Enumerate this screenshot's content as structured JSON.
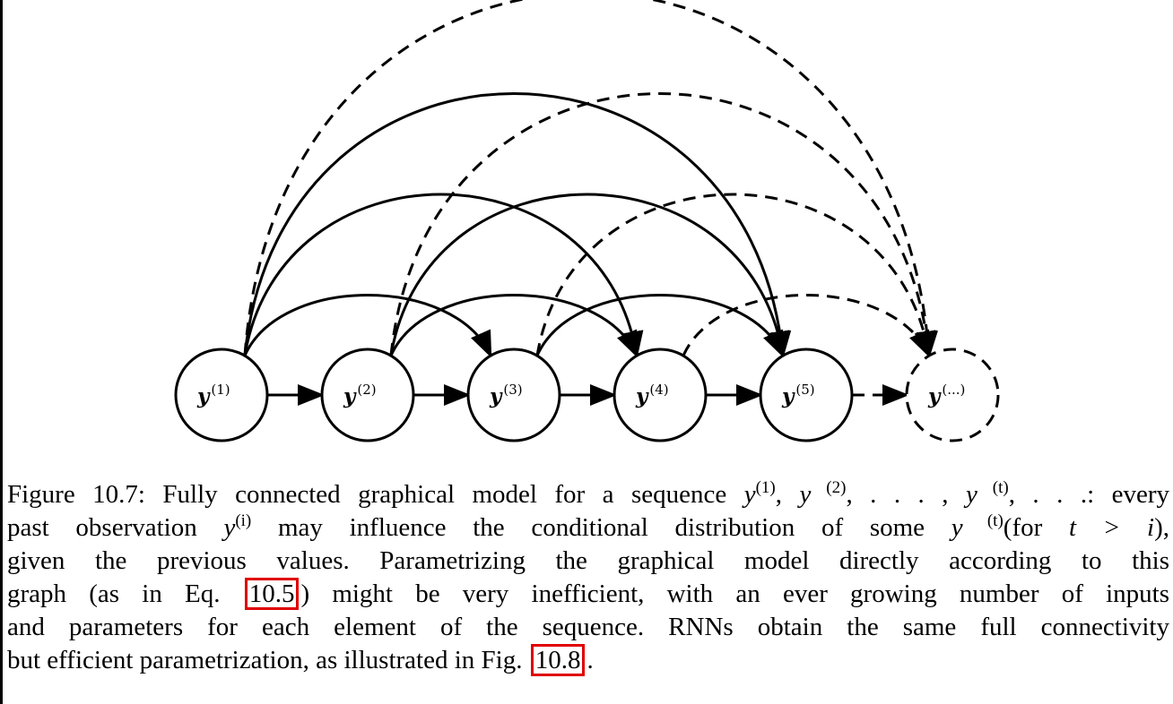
{
  "figure": {
    "nodes": [
      {
        "id": "y1",
        "base": "y",
        "sup": "(1)",
        "dashed": false
      },
      {
        "id": "y2",
        "base": "y",
        "sup": "(2)",
        "dashed": false
      },
      {
        "id": "y3",
        "base": "y",
        "sup": "(3)",
        "dashed": false
      },
      {
        "id": "y4",
        "base": "y",
        "sup": "(4)",
        "dashed": false
      },
      {
        "id": "y5",
        "base": "y",
        "sup": "(5)",
        "dashed": false
      },
      {
        "id": "ydots",
        "base": "y",
        "sup": "(...)",
        "dashed": true
      }
    ],
    "edges": [
      {
        "from": "y1",
        "to": "y2",
        "style": "solid"
      },
      {
        "from": "y2",
        "to": "y3",
        "style": "solid"
      },
      {
        "from": "y3",
        "to": "y4",
        "style": "solid"
      },
      {
        "from": "y4",
        "to": "y5",
        "style": "solid"
      },
      {
        "from": "y5",
        "to": "ydots",
        "style": "dashed"
      },
      {
        "from": "y1",
        "to": "y3",
        "style": "solid"
      },
      {
        "from": "y1",
        "to": "y4",
        "style": "solid"
      },
      {
        "from": "y1",
        "to": "y5",
        "style": "solid"
      },
      {
        "from": "y1",
        "to": "ydots",
        "style": "dashed"
      },
      {
        "from": "y2",
        "to": "y4",
        "style": "solid"
      },
      {
        "from": "y2",
        "to": "y5",
        "style": "solid"
      },
      {
        "from": "y2",
        "to": "ydots",
        "style": "dashed"
      },
      {
        "from": "y3",
        "to": "y5",
        "style": "solid"
      },
      {
        "from": "y3",
        "to": "ydots",
        "style": "dashed"
      },
      {
        "from": "y4",
        "to": "ydots",
        "style": "dashed"
      }
    ]
  },
  "caption": {
    "line1_a": "Figure 10.7: Fully connected graphical model for a sequence ",
    "line1_y1": "y",
    "line1_s1": "(1)",
    "line1_b": ", ",
    "line1_y2": "y",
    "line1_s2": " (2)",
    "line1_c": ", . . . , ",
    "line1_y3": "y",
    "line1_s3": " (t)",
    "line1_d": ", . . .: every",
    "line2_a": "past observation ",
    "line2_y": "y",
    "line2_s": "(i)",
    "line2_b": " may influence the conditional distribution of some ",
    "line2_y2": "y",
    "line2_s2": " (t)",
    "line2_c": "(for  ",
    "line2_t": "t > i",
    "line2_d": "),",
    "line3": "given the previous values. Parametrizing the graphical model directly according to this",
    "line4_a": "graph (as in Eq. ",
    "line4_ref": "10.5",
    "line4_b": ") might be very inefficient, with an ever growing number of inputs",
    "line5": "and parameters for each element of the sequence. RNNs obtain the same full connectivity",
    "line6_a": "but efficient parametrization, as illustrated in Fig. ",
    "line6_ref": "10.8",
    "line6_b": "."
  }
}
